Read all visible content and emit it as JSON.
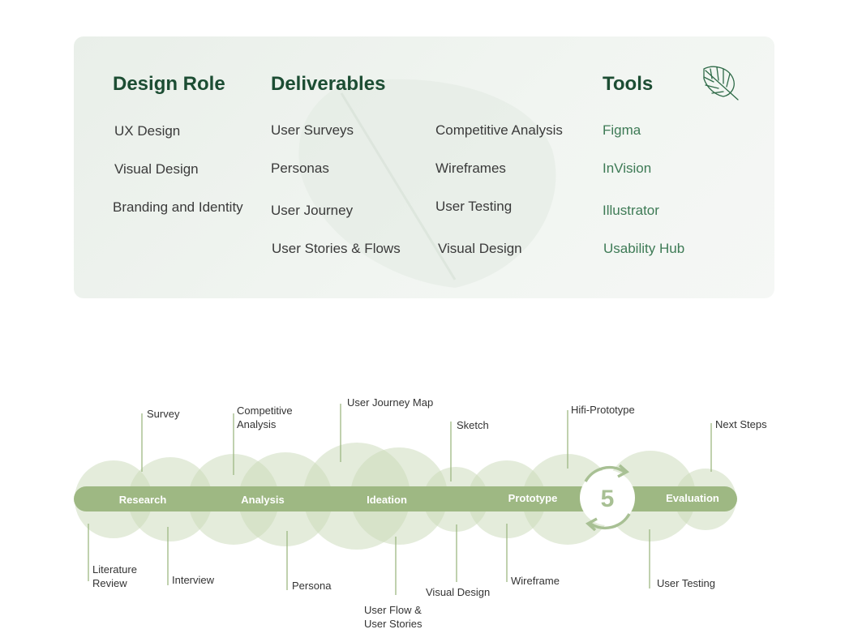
{
  "card": {
    "design_role": {
      "heading": "Design Role",
      "items": [
        "UX Design",
        "Visual Design",
        "Branding and Identity"
      ]
    },
    "deliverables": {
      "heading": "Deliverables",
      "col1": [
        "User Surveys",
        "Personas",
        "User Journey",
        "User Stories & Flows"
      ],
      "col2": [
        "Competitive Analysis",
        "Wireframes",
        "User Testing",
        "Visual Design"
      ]
    },
    "tools": {
      "heading": "Tools",
      "items": [
        "Figma",
        "InVision",
        "Illustrator",
        "Usability Hub"
      ]
    }
  },
  "process": {
    "stages": [
      "Research",
      "Analysis",
      "Ideation",
      "Prototype",
      "Evaluation"
    ],
    "cycle_number": "5",
    "labels_top": {
      "survey": "Survey",
      "competitive_1": "Competitive",
      "competitive_2": "Analysis",
      "user_journey_map": "User Journey Map",
      "sketch": "Sketch",
      "hifi_prototype": "Hifi-Prototype",
      "next_steps": "Next Steps"
    },
    "labels_bottom": {
      "literature_1": "Literature",
      "literature_2": "Review",
      "interview": "Interview",
      "persona": "Persona",
      "user_flow_1": "User Flow &",
      "user_flow_2": "User Stories",
      "visual_design": "Visual Design",
      "wireframe": "Wireframe",
      "user_testing": "User Testing"
    }
  },
  "colors": {
    "heading": "#1c4d33",
    "tool_text": "#3d7a55",
    "bar": "#9eb883",
    "circle": "#c9d9b8",
    "cycle": "#a8c094"
  }
}
